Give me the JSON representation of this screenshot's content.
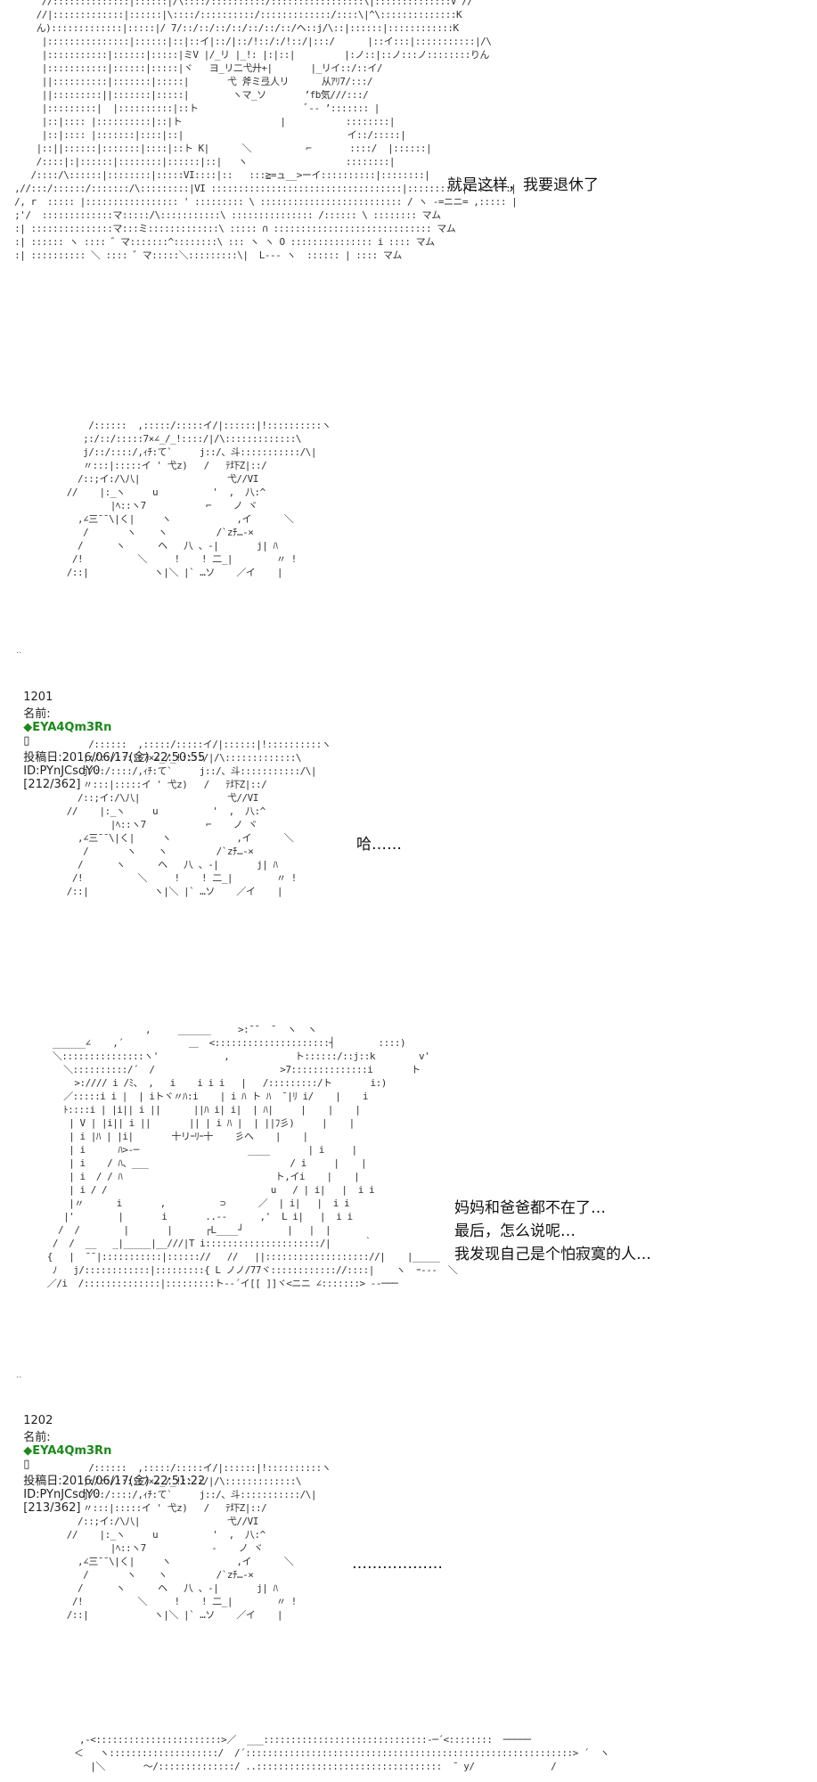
{
  "posts": [
    {
      "art": "      //::::::::::::::|::::::|/\\::::/::::::::::/:::::::::::::::::\\|::::::::::::::V //\n     //|:::::::::::::|::::::|\\::::/::::::::::/:::::::::::::/::::\\|^\\::::::::::::::K\n     ん):::::::::::::|:::::|/ 7/::/::/::/::/::/::/::/ヘ::j/\\::|::::::|::::::::::::K\n      |:::::::::::::::|::::::|::|::イ|::/|::/!::/:/!::/|:::/      |::イ:::|:::::::::::|/\\\n      |:::::::::::|::::::|:::::|ミV |/_リ |_!: |:|::|         |:ノ::|::ノ:::ノ::::::::りん\n      |:::::::::::|::::::|:::::|ヾ   ヨ_リ二弋廾+|       |_リイ::/::イ/\n      ||::::::::::|:::::::|:::::|       弋 斧ミ弖人リ      从ｱﾘ7/:::/\n      ||:::::::::||:::::::|:::::|        ヽマ_ソ       ’fb気///:::/\n      |:::::::::|  |::::::::::|::ト                    ﾞ-- ’::::::: |\n      |::|:::: |::::::::::|::|ト                  |           ::::::::|\n      |::|:::: |:::::::|::::|::|                              イ::/:::::|\n     |::||::::::|:::::::|::::|::ト K|      ＼          ⌐       ::::/  |::::::|\n     /::::|:|::::::|::::::::|::::::|::|   ヽ                  ::::::::|\n    /::::/\\::::::|::::::::|:::::VI::::|::   :::≧=ュ__>ーイ::::::::::|::::::::|\n ,//:::/::::::/:::::::/\\:::::::::|VI :::::::::::::::::::::::::::::::::::|::::::::::|::::::::|\n /, r  ::::: |::::::::::::::::: ' ::::::::: \\ :::::::::::::::::::::::::: / ヽ -=ニニ= ,::::: |\n ;'/  :::::::::::::マ:::::/\\:::::::::::\\ ::::::::::::::: /:::::: \\ :::::::: マム\n :| :::::::::::::::マ:::ミ:::::::::::::\\ ::::: ∩ ::::::::::::::::::::::::::::: マム\n :| :::::: ヽ :::: ゛マ:::::::^::::::::\\ ::: ヽ ヽ O ::::::::::::::: i :::: マム\n :| :::::::::: ＼ :::: ゛マ:::::＼:::::::::\\|  L--- ヽ  :::::: | :::: マム",
      "dialog": "就是这样，我要退休了"
    },
    {
      "art": "          /::::::  ,:::::/:::::イ/|::::::|!::::::::::ヽ\n         ;:/::/:::::7×∠_/_!::::/|/\\:::::::::::::\\\n         j/::/::::/,ｨﾁ:て`     j::/、斗:::::::::::/\\|\n         〃:::|:::::イ ' 弋z)   /   ﾃ圷Z|::/\n        /::;イ:/\\八|                弋//VI\n      //    |:_ヽ     u          '  ,  八:^\n              |ﾍ::ヽ7           ⌐    ノ ヾ\n        ,∠三¯¯\\|く|     ヽ            ,イ      ＼\n         /       ヽ    ヽ         /`zﾁ…-×\n        /      ヽ      ヘ   八 、-|       j| ﾊ\n       /!          ＼     !    ! 二_|        〃 !\n      /::|            ヽ|＼ |` …ソ    ／イ    |",
      "dialog": ""
    },
    {
      "number": "1201",
      "name_label": "名前:",
      "trip": "◆EYA4Qm3Rn",
      "box": "▯",
      "date_label": "投稿日:",
      "datetime": "2016/06/17(金) 22:50:55",
      "id": "ID:PYnJCsdY0",
      "counter": "[212/362]",
      "art": "          /::::::  ,:::::/:::::イ/|::::::|!::::::::::ヽ\n         ;:/::/:::::7×∠_/_!::::/|/\\:::::::::::::\\\n         j/::/::::/,ｨﾁ:て`     j::/、斗:::::::::::/\\|\n         〃:::|:::::イ ' 弋z)   /   ﾃ圷Z|::/\n        /::;イ:/\\八|                弋//VI\n      //    |:_ヽ     u          '  ,  八:^\n              |ﾍ::ヽ7           ⌐    ノ ヾ\n        ,∠三¯¯\\|く|     ヽ            ,イ      ＼\n         /       ヽ    ヽ         /`zﾁ…-×\n        /      ヽ      ヘ   八 、-|       j| ﾊ\n       /!          ＼     !    ! 二_|        〃 !\n      /::|            ヽ|＼ |` …ソ    ／イ    |",
      "dialog": "哈……"
    },
    {
      "art": "                        ,     ______     >:¯¯  ¯  ヽ  ヽ\n       ______∠    ,´            ＿  <:::::::::::::::::::::┤        ::::)\n       ＼:::::::::::::::ヽ'            ,            ト::::::/::j::k        v'\n         ＼::::::::::/´  /                       >7::::::::::::::i       ト\n           >://// i /ﾐ、 ,   i    i i i   |   /:::::::::/ト       i:)\n         ／:::::i i |  | iトヾ〃ﾊ:i    | i ﾊ ト ﾊ  ¯|ﾘ i/    |    i\n         ﾄ::::i | |i|| i ||      ||ﾊ i| i|  | ﾊ|     |    |    |\n          | V | |i|| i ||       || | i ﾊ |  | ||ﾌ彡)     |    |\n          | i |ﾊ | |i|       十リｰﾘｰ十    彡ヘ    |    |\n          | i      ﾊ>-─                    ____       | i     |\n          | i    / ﾊ、___                          / i     |    |\n          | i  / / ﾊ                            ト,イi    |    |\n          | i / /                              u   / | i|   |  i i\n          |〃      i       ,          ⊃      ／  | i|   |  i i\n         |'        |       i       ..--      ,'  L i|   |  i i\n        /  /        |       |      ┌L____┘        |   |  |\n       /  /  __   _|_____|__///|T i:::::::::::::::::::::/|      ｀\n      {   |  ¯¯|:::::::::::|:::::://   //   ||::::::::::::::::::://|    |_____\n       ﾉ   j/::::::::::::|:::::::::{ L ノノ/77ヾ:::::::::::://::::|    ヽ  ｰ---  ＼\n      ／/i  /::::::::::::::|:::::::::ト--´イ[[ ]]ヾ<ニニ ∠:::::::> --───",
      "dialog": "妈妈和爸爸都不在了…\n最后，怎么说呢…\n我发现自己是个怕寂寞的人…"
    },
    {
      "number": "1202",
      "name_label": "名前:",
      "trip": "◆EYA4Qm3Rn",
      "box": "▯",
      "date_label": "投稿日:",
      "datetime": "2016/06/17(金) 22:51:22",
      "id": "ID:PYnJCsdY0",
      "counter": "[213/362]",
      "art": "          /::::::  ,:::::/:::::イ/|::::::|!::::::::::ヽ\n         ;:/::/:::::7×∠_/_!::::/|/\\:::::::::::::\\\n         j/::/::::/,ｨﾁ:て`     j::/、斗:::::::::::/\\|\n         〃:::|:::::イ ' 弋z)   /   ﾃ圷Z|::/\n        /::;イ:/\\八|                弋//VI\n      //    |:_ヽ     u          '  ,  八:^\n              |ﾍ::ヽ7            -    ノ ヾ\n        ,∠三¯¯\\|く|     ヽ            ,イ      ＼\n         /       ヽ    ヽ         /`zﾁ…-×\n        /      ヽ      ヘ   八 、-|       j| ﾊ\n       /!          ＼     !    ! 二_|        〃 !\n      /::|            ヽ|＼ |` …ソ    ／イ    |",
      "dialog": "………………"
    },
    {
      "art": "        ,-<:::::::::::::::::::::::>／  ___::::::::::::::::::::::::::::::-─´<::::::::  ─────\n       ＜   ヽ::::::::::::::::::::/  /´::::::::::::::::::::::::::::::::::::::::::::::::::::::::::::> ´  ヽ\n          |＼       〜/::::::::::::::/ ..::::::::::::::::::::::::::::::::::  ¯ y/              /"
    }
  ],
  "separators": [
    "..",
    ".."
  ]
}
